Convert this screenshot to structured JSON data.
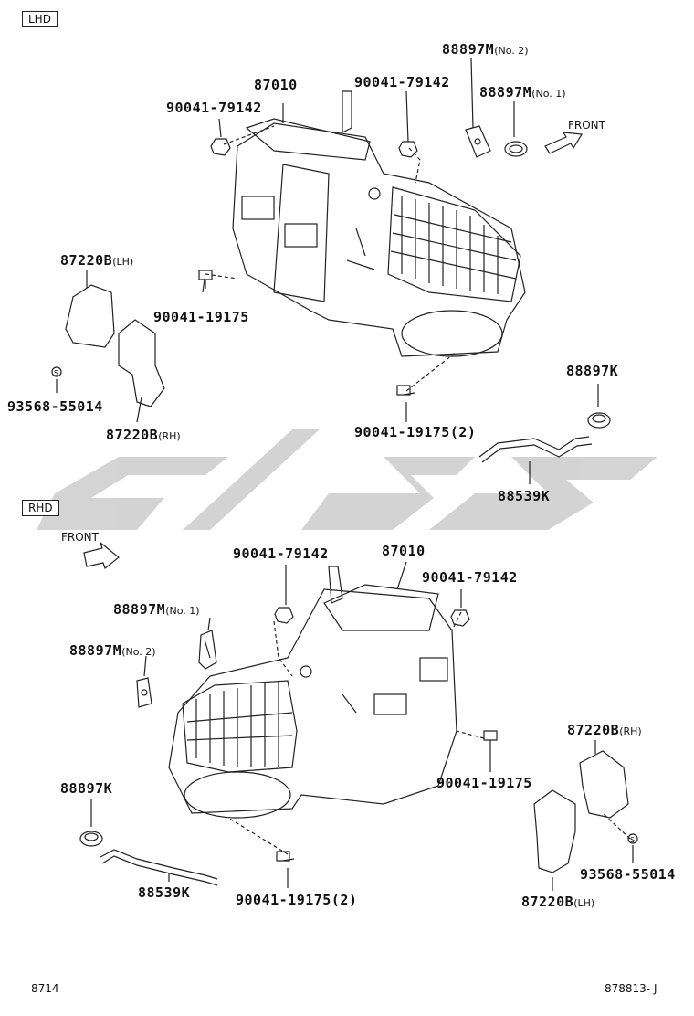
{
  "watermark_text": "",
  "sections": {
    "lhd": {
      "label": "LHD",
      "front_label": "FRONT",
      "parts": {
        "p87010": {
          "number": "87010",
          "suffix": ""
        },
        "p90041_79142_a": {
          "number": "90041-79142",
          "suffix": ""
        },
        "p90041_79142_b": {
          "number": "90041-79142",
          "suffix": ""
        },
        "p88897M_no2": {
          "number": "88897M",
          "suffix": "(No. 2)"
        },
        "p88897M_no1": {
          "number": "88897M",
          "suffix": "(No. 1)"
        },
        "p87220B_lh": {
          "number": "87220B",
          "suffix": "(LH)"
        },
        "p90041_19175": {
          "number": "90041-19175",
          "suffix": ""
        },
        "p93568": {
          "number": "93568-55014",
          "suffix": ""
        },
        "p87220B_rh": {
          "number": "87220B",
          "suffix": "(RH)"
        },
        "p90041_19175_2": {
          "number": "90041-19175(2)",
          "suffix": ""
        },
        "p88897K": {
          "number": "88897K",
          "suffix": ""
        },
        "p88539K": {
          "number": "88539K",
          "suffix": ""
        }
      }
    },
    "rhd": {
      "label": "RHD",
      "front_label": "FRONT",
      "parts": {
        "p90041_79142_a": {
          "number": "90041-79142",
          "suffix": ""
        },
        "p87010": {
          "number": "87010",
          "suffix": ""
        },
        "p90041_79142_b": {
          "number": "90041-79142",
          "suffix": ""
        },
        "p88897M_no1": {
          "number": "88897M",
          "suffix": "(No. 1)"
        },
        "p88897M_no2": {
          "number": "88897M",
          "suffix": "(No. 2)"
        },
        "p87220B_rh": {
          "number": "87220B",
          "suffix": "(RH)"
        },
        "p88897K": {
          "number": "88897K",
          "suffix": ""
        },
        "p90041_19175": {
          "number": "90041-19175",
          "suffix": ""
        },
        "p88539K": {
          "number": "88539K",
          "suffix": ""
        },
        "p90041_19175_2": {
          "number": "90041-19175(2)",
          "suffix": ""
        },
        "p93568": {
          "number": "93568-55014",
          "suffix": ""
        },
        "p87220B_lh": {
          "number": "87220B",
          "suffix": "(LH)"
        }
      }
    }
  },
  "footer": {
    "left": "8714",
    "right": "878813- J"
  },
  "colors": {
    "line": "#222222",
    "watermark": "#c8c8c8"
  }
}
